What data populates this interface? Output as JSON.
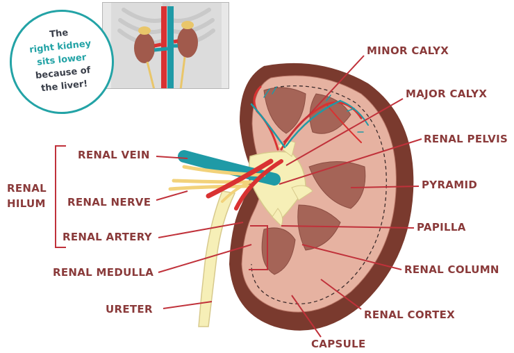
{
  "note": {
    "line1": "The",
    "line2": "right kidney",
    "line3": "sits lower",
    "line4": "because of",
    "line5": "the liver!"
  },
  "labels": {
    "minor_calyx": "MINOR CALYX",
    "major_calyx": "MAJOR CALYX",
    "renal_pelvis": "RENAL PELVIS",
    "pyramid": "PYRAMID",
    "papilla": "PAPILLA",
    "renal_column": "RENAL COLUMN",
    "renal_cortex": "RENAL CORTEX",
    "capsule": "CAPSULE",
    "renal_vein": "RENAL VEIN",
    "renal_nerve": "RENAL NERVE",
    "renal_artery": "RENAL ARTERY",
    "renal_medulla": "RENAL MEDULLA",
    "ureter": "URETER",
    "renal_hilum_1": "RENAL",
    "renal_hilum_2": "HILUM"
  },
  "colors": {
    "label": "#8a3a3a",
    "leader": "#c0313a",
    "capsule": "#7a3a2e",
    "cortex": "#e6b2a1",
    "medulla": "#a56457",
    "pelvis": "#f6efb7",
    "artery": "#d93232",
    "vein": "#1f9aa6",
    "nerve": "#f2d27a",
    "note_border": "#23a3a6"
  }
}
